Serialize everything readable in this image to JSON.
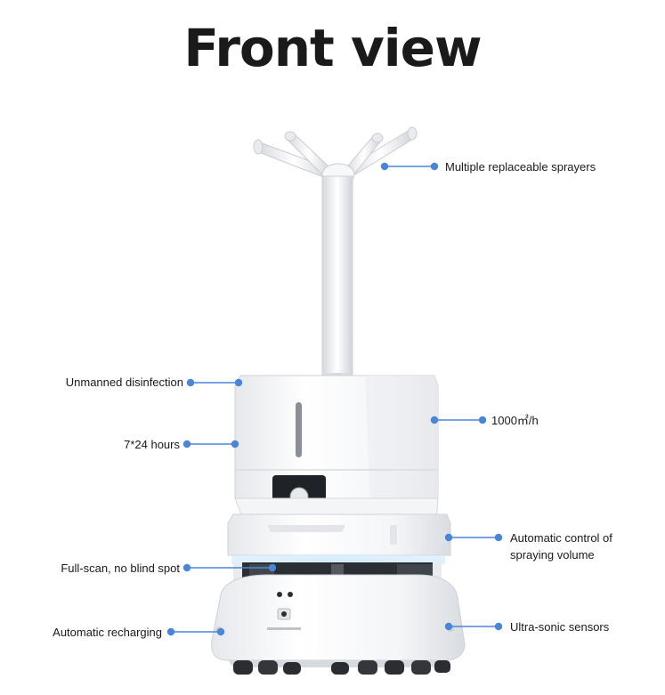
{
  "title": "Front view",
  "callouts": {
    "sprayers": "Multiple replaceable sprayers",
    "unmanned": "Unmanned disinfection",
    "rate": "1000㎡/h",
    "hours": "7*24 hours",
    "spray_control_line1": "Automatic control of",
    "spray_control_line2": "spraying volume",
    "full_scan": "Full-scan, no blind spot",
    "recharging": "Automatic recharging",
    "ultrasonic": "Ultra-sonic sensors"
  },
  "colors": {
    "leader": "#4a86d8",
    "body": "#f2f3f5",
    "shadow": "#d9dbe0",
    "glow": "#9fd0f2"
  }
}
